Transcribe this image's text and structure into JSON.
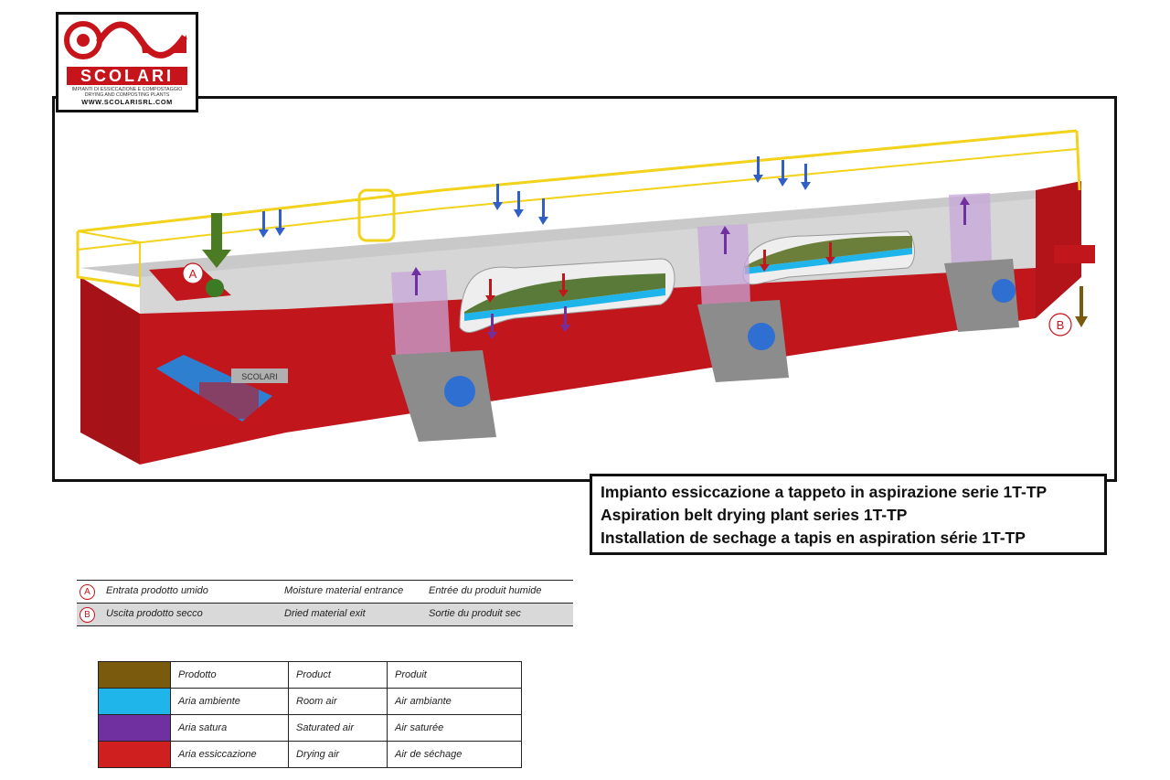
{
  "logo": {
    "brand": "SCOLARI",
    "tagline_it": "IMPIANTI DI ESSICCAZIONE E COMPOSTAGGIO",
    "tagline_en": "DRYING AND COMPOSTING PLANTS",
    "url": "WWW.SCOLARISRL.COM"
  },
  "diagram": {
    "label_a": "A",
    "label_b": "B",
    "panel_brand": "SCOLARI"
  },
  "title": {
    "it": "Impianto essiccazione a tappeto in aspirazione serie 1T-TP",
    "en": "Aspiration belt drying plant series 1T-TP",
    "fr": "Installation de sechage a tapis en aspiration série 1T-TP"
  },
  "points": [
    {
      "key": "A",
      "it": "Entrata prodotto umido",
      "en": "Moisture material entrance",
      "fr": "Entrée du produit humide"
    },
    {
      "key": "B",
      "it": "Uscita prodotto secco",
      "en": "Dried material exit",
      "fr": "Sortie du produit sec"
    }
  ],
  "legend": [
    {
      "color": "#7a5a0c",
      "it": "Prodotto",
      "en": "Product",
      "fr": "Produit"
    },
    {
      "color": "#20b5ea",
      "it": "Aria ambiente",
      "en": "Room air",
      "fr": "Air ambiante"
    },
    {
      "color": "#7030a0",
      "it": "Aria satura",
      "en": "Saturated air",
      "fr": "Air saturée"
    },
    {
      "color": "#cf1f1f",
      "it": "Aria essiccazione",
      "en": "Drying air",
      "fr": "Air de séchage"
    }
  ],
  "colors": {
    "frame_red": "#c2161d",
    "rail_yellow": "#f2d21b",
    "panel_grey": "#d6d6d6",
    "motor_blue": "#2f6fd1",
    "accent": "#c7141b"
  }
}
